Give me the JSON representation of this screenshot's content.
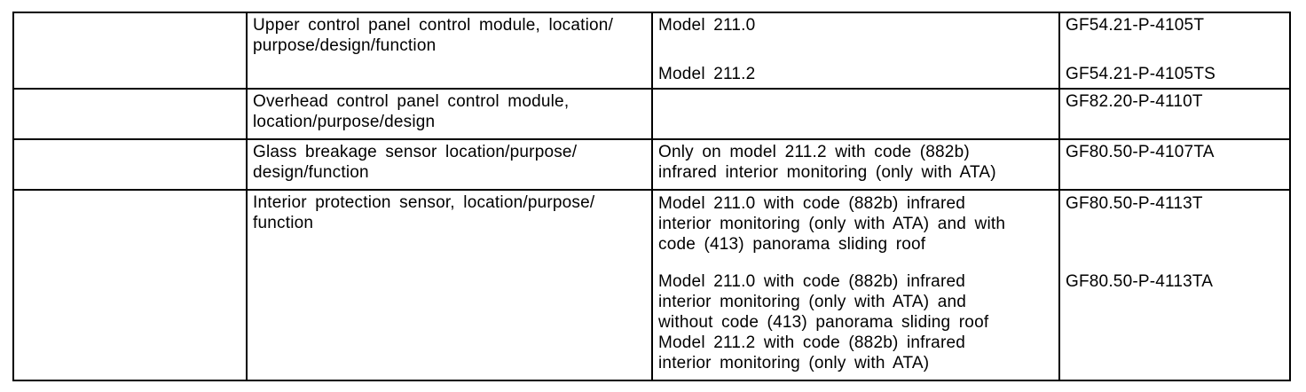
{
  "document": {
    "background_color": "#ffffff",
    "text_color": "#000000",
    "border_color": "#000000"
  },
  "table": {
    "rows": [
      {
        "description": "Upper control panel control module, location/\npurpose/design/function",
        "conditions": [
          "Model 211.0",
          "Model 211.2"
        ],
        "codes": [
          "GF54.21-P-4105T",
          "GF54.21-P-4105TS"
        ]
      },
      {
        "description": "Overhead control panel control module,\nlocation/purpose/design",
        "conditions": [],
        "codes": [
          "GF82.20-P-4110T"
        ]
      },
      {
        "description": "Glass breakage sensor location/purpose/\ndesign/function",
        "conditions": [
          "Only on model 211.2 with code (882b)\ninfrared interior monitoring (only with ATA)"
        ],
        "codes": [
          "GF80.50-P-4107TA"
        ]
      },
      {
        "description": "Interior protection sensor, location/purpose/\nfunction",
        "conditions": [
          "Model 211.0 with code (882b) infrared\ninterior monitoring (only with ATA) and with\ncode (413) panorama sliding roof",
          "Model 211.0 with code (882b) infrared\ninterior monitoring (only with ATA) and\nwithout code (413) panorama sliding roof\nModel 211.2 with code (882b) infrared\ninterior monitoring (only with ATA)"
        ],
        "codes": [
          "GF80.50-P-4113T",
          "GF80.50-P-4113TA"
        ]
      }
    ]
  }
}
